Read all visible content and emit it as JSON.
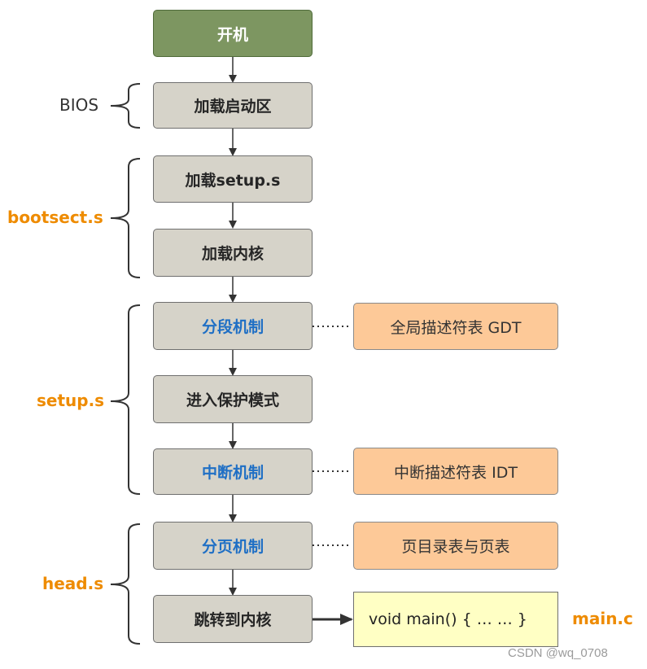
{
  "colors": {
    "step_fill": "#d6d3c9",
    "start_fill": "#7d9661",
    "side_fill": "#fdc998",
    "code_fill": "#ffffc4",
    "orange_label": "#ee8b00",
    "blue_text": "#1f6fc5"
  },
  "steps": {
    "boot": "开机",
    "load_boot_sector": "加载启动区",
    "load_setup": "加载setup.s",
    "load_kernel": "加载内核",
    "segmentation": "分段机制",
    "protected_mode": "进入保护模式",
    "interrupt": "中断机制",
    "paging": "分页机制",
    "jump_kernel": "跳转到内核"
  },
  "side_notes": {
    "gdt": "全局描述符表 GDT",
    "idt": "中断描述符表 IDT",
    "page_table": "页目录表与页表",
    "main_code": "void main() { … … }"
  },
  "group_labels": {
    "bios": "BIOS",
    "bootsect": "bootsect.s",
    "setup": "setup.s",
    "head": "head.s",
    "main": "main.c"
  },
  "watermark": "CSDN @wq_0708"
}
